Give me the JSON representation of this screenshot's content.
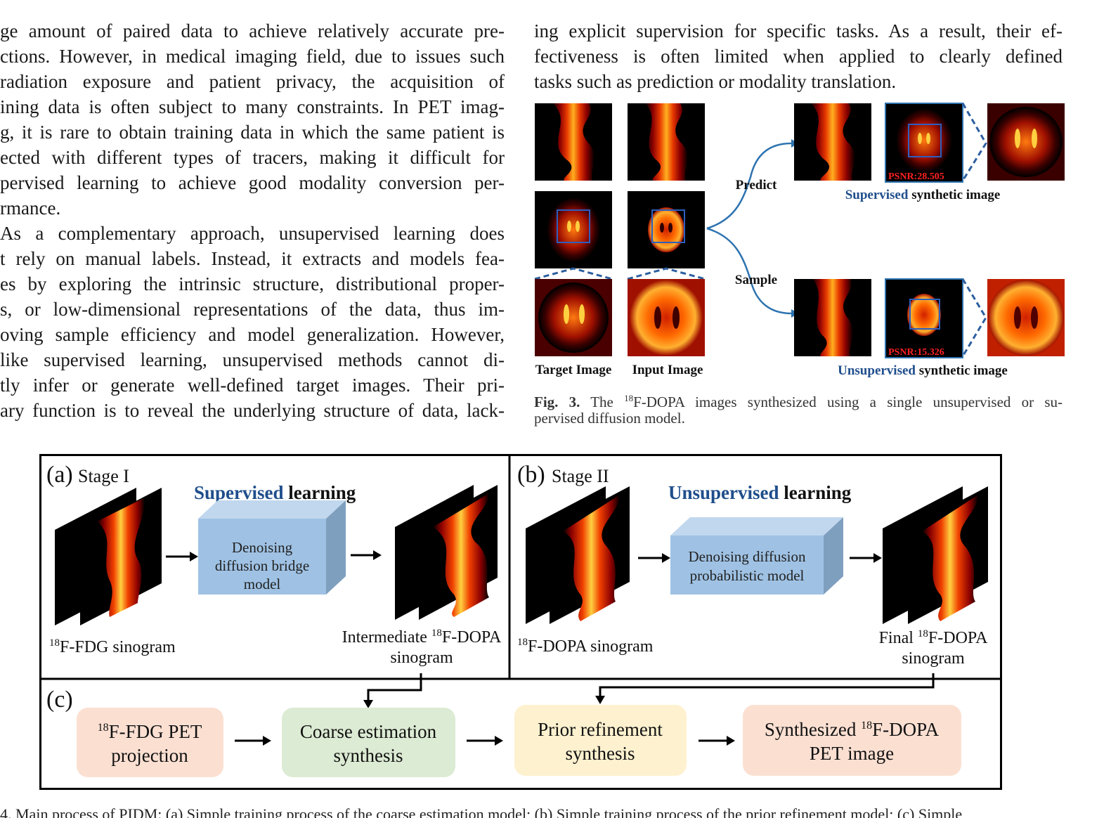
{
  "left_column": {
    "lines": [
      "ge amount of paired data to achieve relatively accurate pre-",
      "ctions. However, in medical imaging field, due to issues such",
      "radiation exposure and patient privacy, the acquisition of",
      "ining data is often subject to many constraints. In PET imag-",
      "g, it is rare to obtain training data in which the same patient is",
      "ected with different types of tracers, making it difficult for",
      "pervised learning to achieve good modality conversion per-",
      "rmance.",
      "As a complementary approach, unsupervised learning does",
      "t rely on manual labels. Instead, it extracts and models fea-",
      "es by exploring the intrinsic structure, distributional proper-",
      "s, or low-dimensional representations of the data, thus im-",
      "oving sample efficiency and model generalization. However,",
      "like supervised learning, unsupervised methods cannot di-",
      "tly infer or generate well-defined target images. Their pri-",
      "ary function is to reveal the underlying structure of data, lack-"
    ]
  },
  "right_column": {
    "lines": [
      "ing explicit supervision for specific tasks. As a result, their ef-",
      "fectiveness is often limited when applied to clearly defined",
      "tasks such as prediction or modality translation."
    ]
  },
  "fig3": {
    "predict_label": "Predict",
    "sample_label": "Sample",
    "psnr_supervised": "PSNR:28.505",
    "psnr_unsupervised": "PSNR:15.326",
    "target_label": "Target Image",
    "input_label": "Input Image",
    "supervised_word": "Supervised",
    "unsupervised_word": "Unsupervised",
    "synthetic_suffix": " synthetic image",
    "caption_prefix": "Fig. 3.",
    "caption_line1_after": " The ",
    "caption_sup": "18",
    "caption_line1_rest": "F-DOPA images synthesized using a single unsupervised or su-",
    "caption_line2": "pervised diffusion model."
  },
  "fig4": {
    "panel_a_letter": "(a)",
    "panel_a_stage": "Stage I",
    "panel_a_title_colored": "Supervised",
    "panel_a_title_rest": " learning",
    "panel_a_model": [
      "Denoising",
      "diffusion bridge",
      "model"
    ],
    "panel_a_input_sup": "18",
    "panel_a_input": "F-FDG sinogram",
    "panel_a_output_pre": "Intermediate ",
    "panel_a_output_sup": "18",
    "panel_a_output_post": "F-DOPA",
    "panel_a_output_line2": "sinogram",
    "panel_b_letter": "(b)",
    "panel_b_stage": "Stage II",
    "panel_b_title_colored": "Unsupervised",
    "panel_b_title_rest": " learning",
    "panel_b_model": [
      "Denoising diffusion",
      "probabilistic model"
    ],
    "panel_b_input_sup": "18",
    "panel_b_input": "F-DOPA sinogram",
    "panel_b_output_pre": "Final ",
    "panel_b_output_sup": "18",
    "panel_b_output_post": "F-DOPA",
    "panel_b_output_line2": "sinogram",
    "panel_c_letter": "(c)",
    "box1_sup": "18",
    "box1_line1": "F-FDG PET",
    "box1_line2": "projection",
    "box2_line1": "Coarse estimation",
    "box2_line2": "synthesis",
    "box3_line1": "Prior refinement",
    "box3_line2": "synthesis",
    "box4_pre": "Synthesized ",
    "box4_sup": "18",
    "box4_post": "F-DOPA",
    "box4_line2": "PET image",
    "colors": {
      "blue_text": "#1f4e8c",
      "model_box": "#9fc2e4",
      "box1": "#fbe0d2",
      "box2": "#dcebd3",
      "box3": "#fdf1cf",
      "box4": "#fbe0d2"
    }
  },
  "bottom_caption_fragment": "4. Main process of PIDM: (a) Simple training process of the coarse estimation model; (b) Simple training process of the prior refinement model; (c) Simple"
}
